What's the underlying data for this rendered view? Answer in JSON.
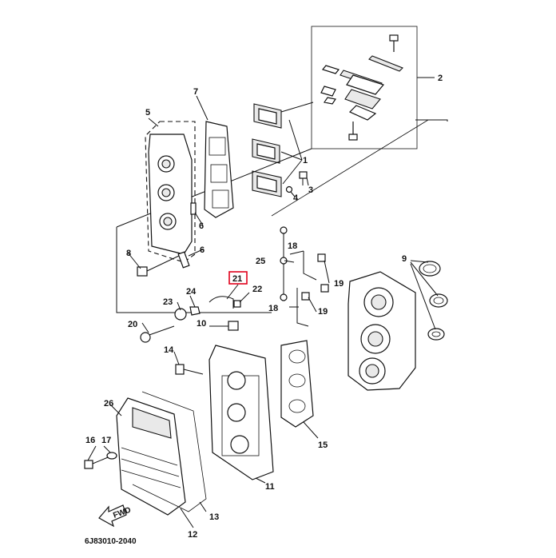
{
  "diagram": {
    "labels": {
      "p1": "1",
      "p2": "2",
      "p3": "3",
      "p4": "4",
      "p5": "5",
      "p6a": "6",
      "p6b": "6",
      "p7": "7",
      "p8": "8",
      "p9": "9",
      "p10": "10",
      "p11": "11",
      "p12": "12",
      "p13": "13",
      "p14": "14",
      "p15": "15",
      "p16": "16",
      "p17": "17",
      "p18a": "18",
      "p18b": "18",
      "p19a": "19",
      "p19b": "19",
      "p20": "20",
      "p21": "21",
      "p22": "22",
      "p23": "23",
      "p24": "24",
      "p25": "25",
      "p26": "26"
    },
    "fwd_label": "FWD",
    "drawing_code": "6J83010-2040",
    "highlight_color": "#e0001b"
  }
}
